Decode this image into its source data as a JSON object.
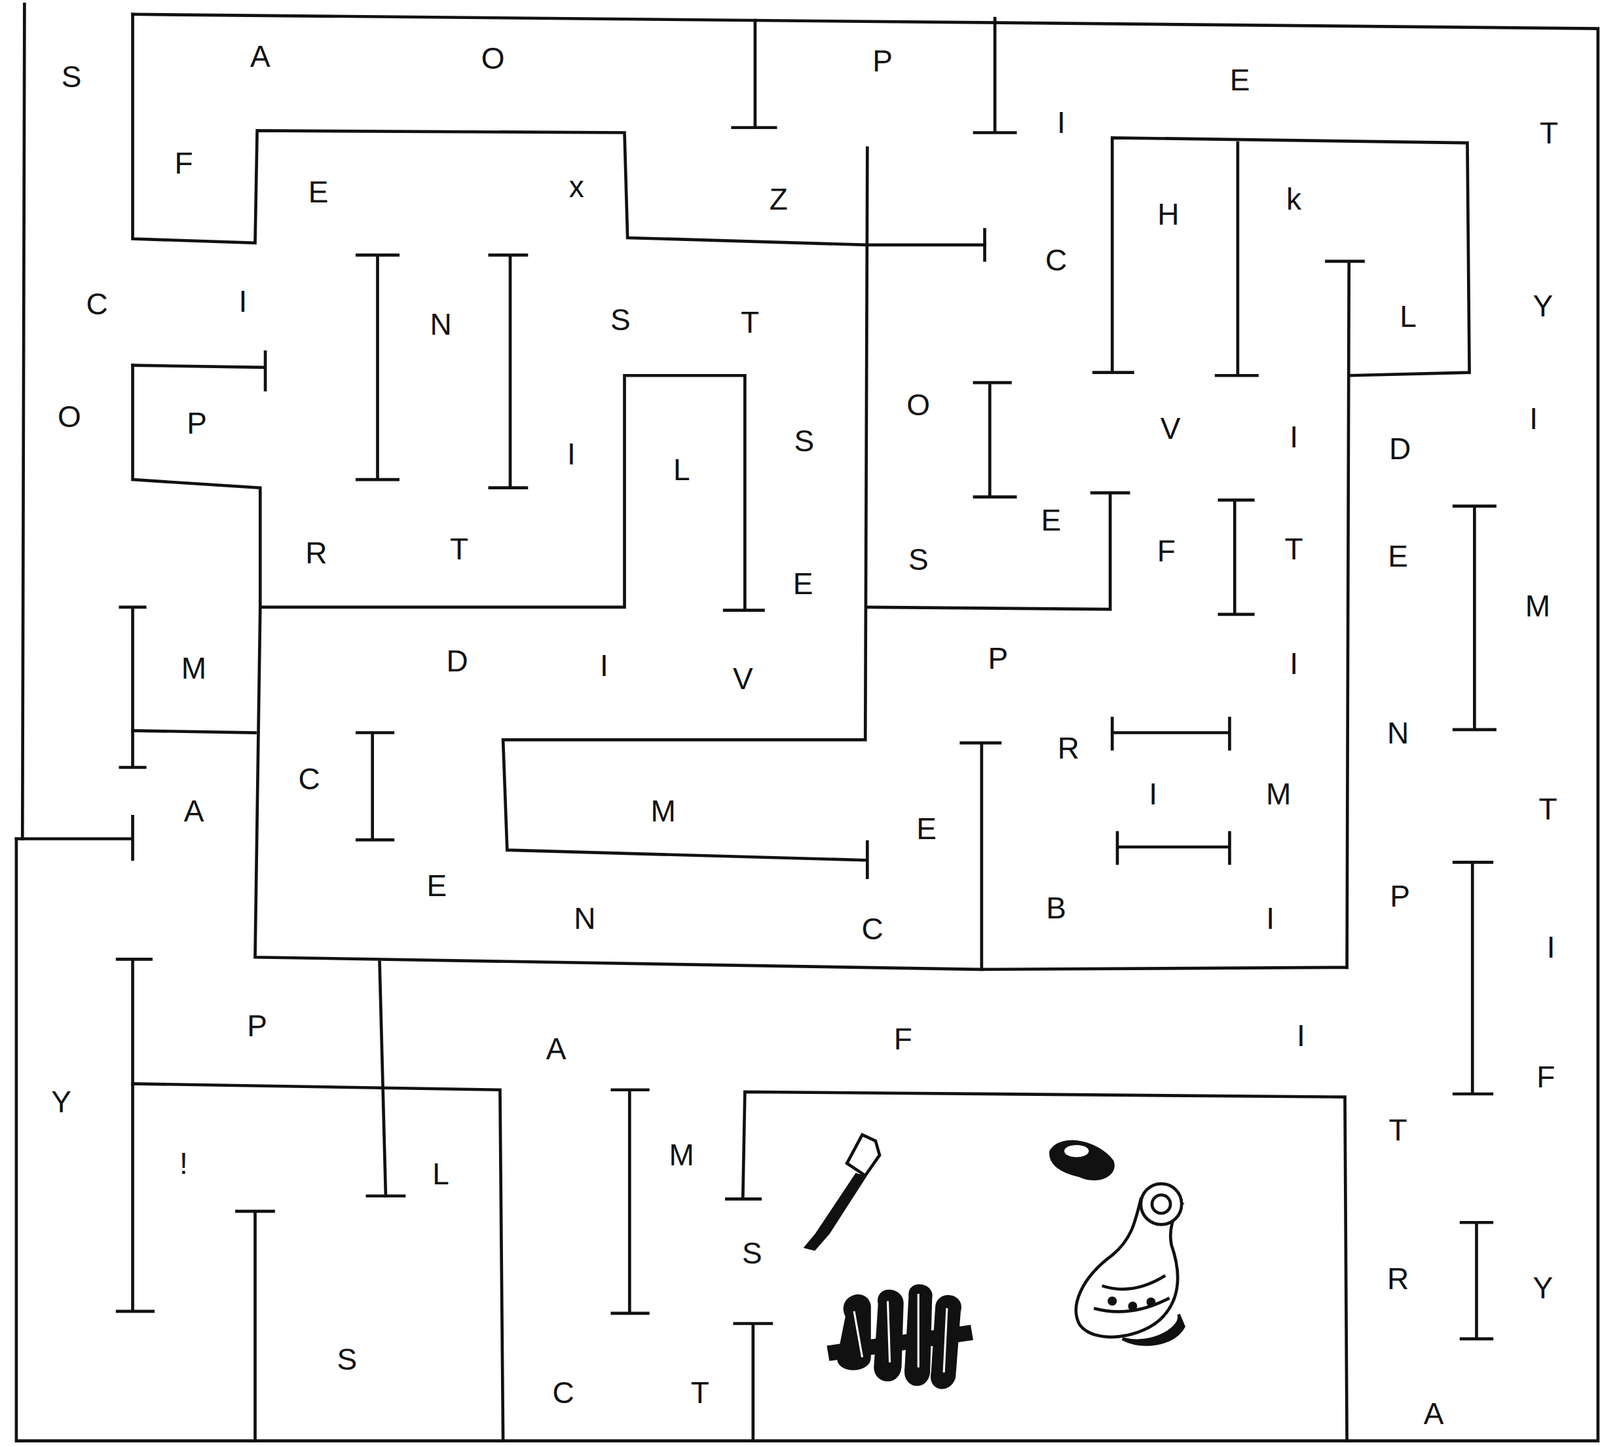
{
  "diagram": {
    "labels": [
      "S",
      "A",
      "O",
      "P",
      "E",
      "T",
      "I",
      "F",
      "E",
      "x",
      "Z",
      "H",
      "k",
      "C",
      "C",
      "I",
      "N",
      "S",
      "T",
      "L",
      "Y",
      "O",
      "P",
      "O",
      "I",
      "L",
      "S",
      "V",
      "I",
      "D",
      "I",
      "E",
      "R",
      "T",
      "S",
      "F",
      "T",
      "E",
      "E",
      "M",
      "M",
      "D",
      "I",
      "V",
      "P",
      "I",
      "R",
      "N",
      "C",
      "A",
      "M",
      "E",
      "I",
      "M",
      "T",
      "E",
      "N",
      "C",
      "B",
      "I",
      "P",
      "I",
      "P",
      "A",
      "F",
      "I",
      "F",
      "Y",
      "!",
      "L",
      "M",
      "T",
      "S",
      "R",
      "Y",
      "S",
      "C",
      "T",
      "A"
    ]
  }
}
